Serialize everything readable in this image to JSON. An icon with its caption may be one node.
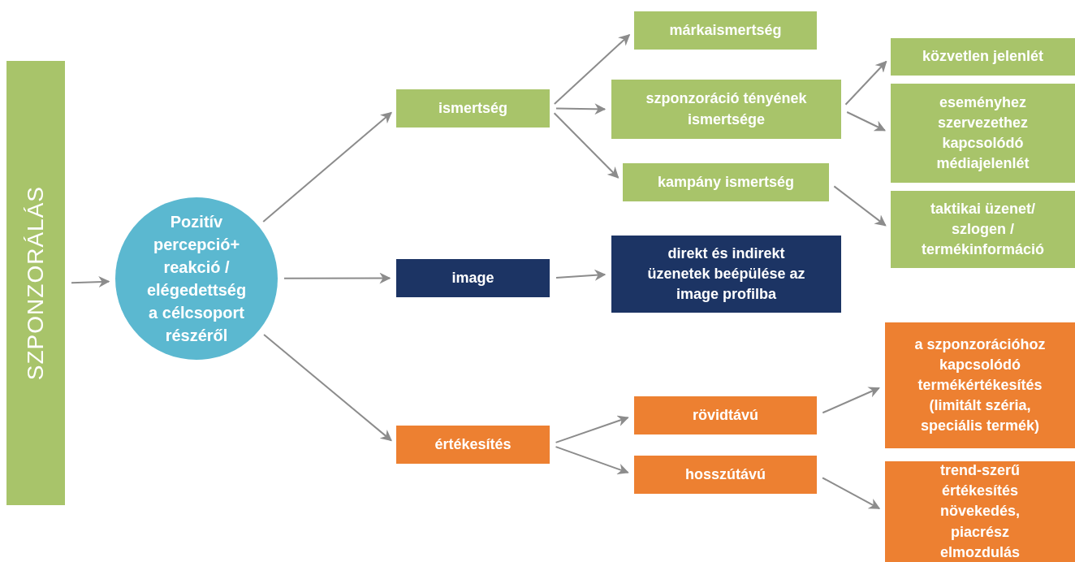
{
  "diagram": {
    "nodes": [
      {
        "text": [
          "SZPONZORÁLÁS"
        ]
      },
      {
        "text": [
          "Pozitív percepció+ reakció / elégedettség a célcsoport részéről"
        ]
      },
      {
        "text": [
          "ismertség"
        ]
      },
      {
        "text": [
          "image"
        ]
      },
      {
        "text": [
          "értékesítés"
        ]
      },
      {
        "text": [
          "márkaismertség"
        ]
      },
      {
        "text": [
          "szponzoráció tényének ismertsége"
        ]
      },
      {
        "text": [
          "kampány ismertség"
        ]
      },
      {
        "text": [
          "direkt és indirekt üzenetek beépülése az image profilba"
        ]
      },
      {
        "text": [
          "rövidtávú"
        ]
      },
      {
        "text": [
          "hosszútávú"
        ]
      },
      {
        "text": [
          "közvetlen jelenlét"
        ]
      },
      {
        "text": [
          "eseményhez szervezethez kapcsolódó médiajelenlét"
        ]
      },
      {
        "text": [
          "taktikai üzenet/ szlogen / termékinformáció"
        ]
      },
      {
        "text": [
          "a szponzorációhoz kapcsolódó termékértékesítés (limitált széria, speciális termék)"
        ]
      },
      {
        "text": [
          "trend-szerű értékesítés növekedés, piacrész elmozdulás"
        ]
      }
    ],
    "edges": [
      {
        "from": 0,
        "to": 1,
        "arrow": "to"
      },
      {
        "from": 1,
        "to": 2,
        "arrow": "to"
      },
      {
        "from": 1,
        "to": 3,
        "arrow": "to"
      },
      {
        "from": 1,
        "to": 4,
        "arrow": "to"
      },
      {
        "from": 2,
        "to": 5,
        "arrow": "to"
      },
      {
        "from": 2,
        "to": 6,
        "arrow": "to"
      },
      {
        "from": 2,
        "to": 7,
        "arrow": "to"
      },
      {
        "from": 3,
        "to": 8,
        "arrow": "to"
      },
      {
        "from": 4,
        "to": 9,
        "arrow": "to"
      },
      {
        "from": 4,
        "to": 10,
        "arrow": "to"
      },
      {
        "from": 6,
        "to": 11,
        "arrow": "to"
      },
      {
        "from": 6,
        "to": 12,
        "arrow": "to"
      },
      {
        "from": 7,
        "to": 13,
        "arrow": "to"
      },
      {
        "from": 9,
        "to": 14,
        "arrow": "to"
      },
      {
        "from": 10,
        "to": 15,
        "arrow": "to"
      }
    ]
  }
}
